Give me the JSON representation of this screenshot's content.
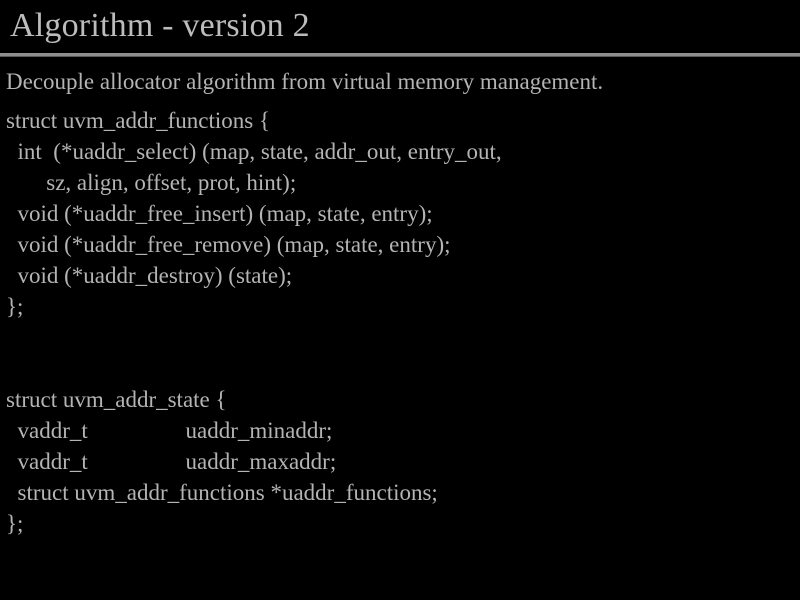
{
  "slide": {
    "title": "Algorithm - version 2",
    "lead": "Decouple allocator algorithm from virtual memory management.",
    "colors": {
      "background": "#000000",
      "text": "#b4b4b4",
      "title": "#bcbcbc",
      "rule": "#8e8e8e"
    },
    "code_lines": [
      "struct uvm_addr_functions {",
      "  int  (*uaddr_select) (map, state, addr_out, entry_out,",
      "       sz, align, offset, prot, hint);",
      "  void (*uaddr_free_insert) (map, state, entry);",
      "  void (*uaddr_free_remove) (map, state, entry);",
      "  void (*uaddr_destroy) (state);",
      "};",
      "",
      "",
      "struct uvm_addr_state {",
      "  vaddr_t                 uaddr_minaddr;",
      "  vaddr_t                 uaddr_maxaddr;",
      "  struct uvm_addr_functions *uaddr_functions;",
      "};"
    ]
  }
}
